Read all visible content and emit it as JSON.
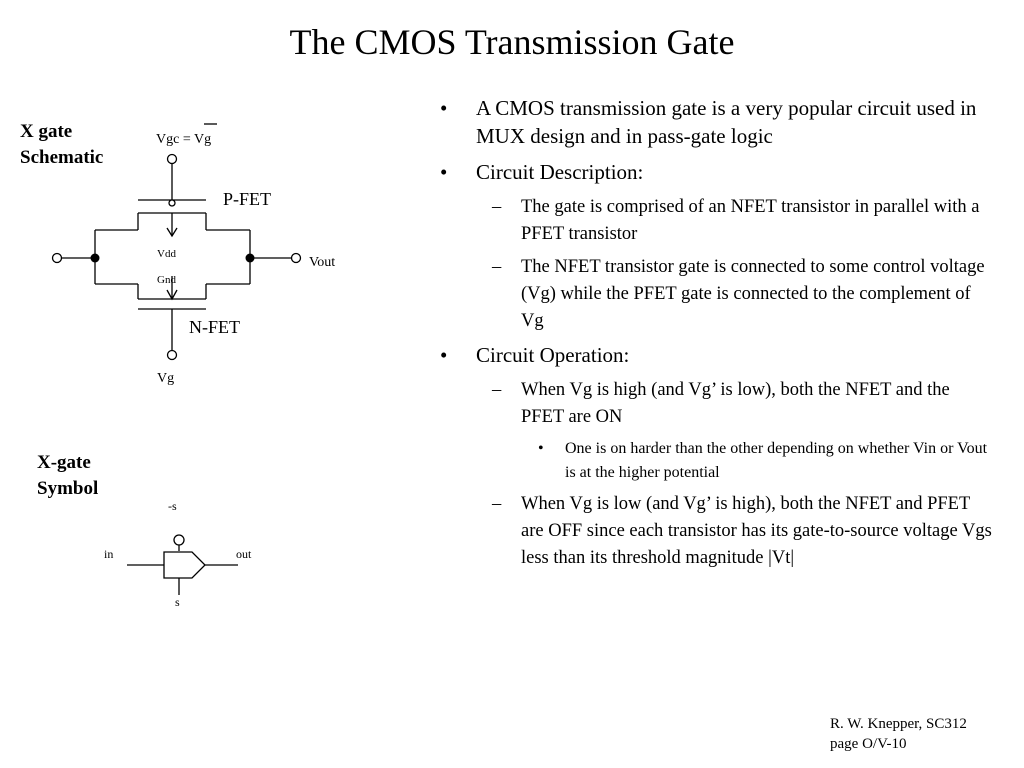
{
  "title": "The CMOS Transmission Gate",
  "schematic": {
    "heading_line1": "X gate",
    "heading_line2": "Schematic",
    "vgc_label": "Vgc = Vg",
    "vgc_bar_text": "Vg",
    "pfet_label": "P-FET",
    "nfet_label": "N-FET",
    "vdd_label": "Vdd",
    "gnd_label": "Gnd",
    "vout_label": "Vout",
    "vg_label": "Vg"
  },
  "symbol": {
    "heading_line1": "X-gate",
    "heading_line2": "Symbol",
    "top_label": "-s",
    "bottom_label": "s",
    "in_label": "in",
    "out_label": "out"
  },
  "bullets": [
    {
      "level": 1,
      "text": "A CMOS transmission gate is a very popular circuit used in MUX design and in pass-gate logic"
    },
    {
      "level": 1,
      "text": "Circuit Description:"
    },
    {
      "level": 2,
      "text": "The gate is comprised of an NFET transistor in parallel with a PFET transistor"
    },
    {
      "level": 2,
      "text": "The NFET transistor gate is connected to some control voltage (Vg) while the PFET gate is connected to the complement of Vg"
    },
    {
      "level": 1,
      "text": "Circuit Operation:"
    },
    {
      "level": 2,
      "text": "When Vg is high (and Vg’ is low), both the NFET and the PFET are ON"
    },
    {
      "level": 3,
      "text": "One is on harder than the other depending on whether Vin or Vout is at the higher potential"
    },
    {
      "level": 2,
      "text": "When Vg is low (and Vg’ is high), both the NFET and PFET are OFF since each transistor has its gate-to-source voltage Vgs less than its threshold magnitude |Vt|"
    }
  ],
  "footer": {
    "line1": "R. W. Knepper, SC312",
    "line2": "page O/V-10"
  }
}
